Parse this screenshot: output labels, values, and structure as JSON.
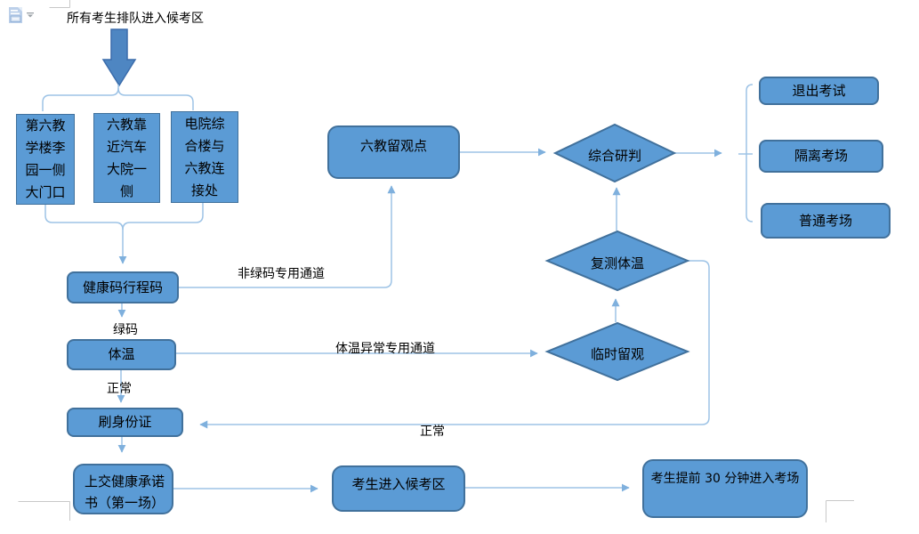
{
  "title": "所有考生排队进入候考区",
  "nodes": {
    "gate1": "第六教\n学楼李\n园一侧\n大门口",
    "gate2": "六教靠\n近汽车\n大院一\n侧",
    "gate3": "电院综\n合楼与\n六教连\n接处",
    "health_code": "健康码行程码",
    "temperature": "体温",
    "id_check": "刷身份证",
    "commitment": "上交健康承诺\n书（第一场）",
    "observation_point": "六教留观点",
    "waiting_area": "考生进入候考区",
    "enter_room": "考生提前 30 分钟进入考场",
    "exit_exam": "退出考试",
    "isolation_room": "隔离考场",
    "normal_room": "普通考场"
  },
  "decisions": {
    "judgement": "综合研判",
    "retest_temperature": "复测体温",
    "temporary_observation": "临时留观"
  },
  "edge_labels": {
    "non_green_channel": "非绿码专用通道",
    "green_code": "绿码",
    "normal_after_temp": "正常",
    "abnormal_temp_channel": "体温异常专用通道",
    "normal_after_retest": "正常"
  },
  "icons": {
    "top_left": "document-icon",
    "top_left_dropdown": "chevron-down-icon"
  },
  "colors": {
    "node_fill": "#5b9bd5",
    "node_border": "#41719c",
    "connector": "#9dc3e6",
    "block_arrow_fill": "#4e86c2",
    "block_arrow_border": "#3b6cab",
    "boundary_mark": "#c8c8c8"
  }
}
